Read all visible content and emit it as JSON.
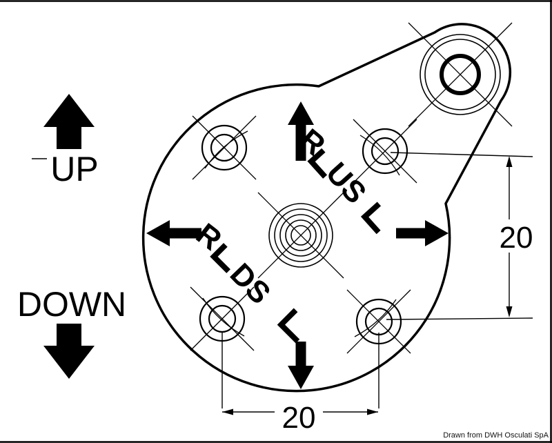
{
  "diagram": {
    "title_labels": {
      "up": "UP",
      "down": "DOWN"
    },
    "dimensions": {
      "right_value": "20",
      "bottom_value": "20"
    },
    "embossed": {
      "top_letter": "R",
      "top_text": "US",
      "bottom_letter": "R",
      "bottom_text": "DS"
    },
    "credit": "Drawn from DWH Osculati SpA",
    "colors": {
      "ink": "#000000",
      "paper": "#ffffff"
    }
  }
}
